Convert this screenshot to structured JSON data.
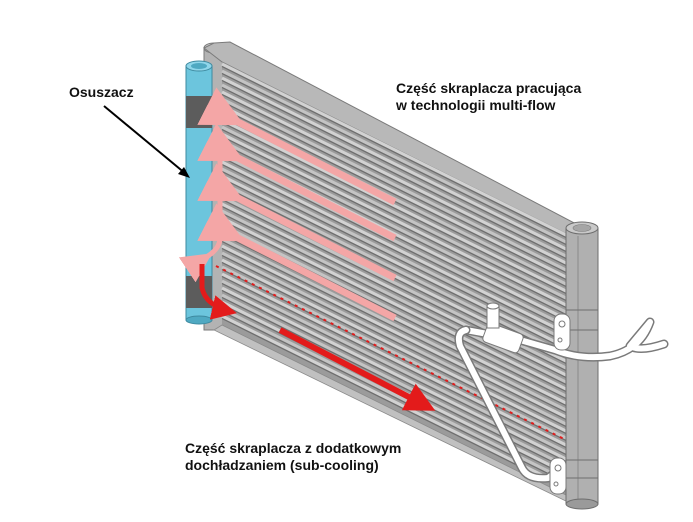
{
  "labels": {
    "dryer": "Osuszacz",
    "multiflow_line1": "Część skraplacza pracująca",
    "multiflow_line2": "w technologii multi-flow",
    "subcooling_line1": "Część skraplacza z dodatkowym",
    "subcooling_line2": "dochładzaniem (sub-cooling)"
  },
  "colors": {
    "condenser_body": "#a9a9a9",
    "condenser_dark": "#6e6e6e",
    "fin_light": "#c4c4c4",
    "dryer": "#6cc5dd",
    "dryer_band": "#5c5c5c",
    "multiflow_arrow": "#f4a6a6",
    "subcooling_arrow": "#e31b1b",
    "pipe": "#ffffff"
  }
}
